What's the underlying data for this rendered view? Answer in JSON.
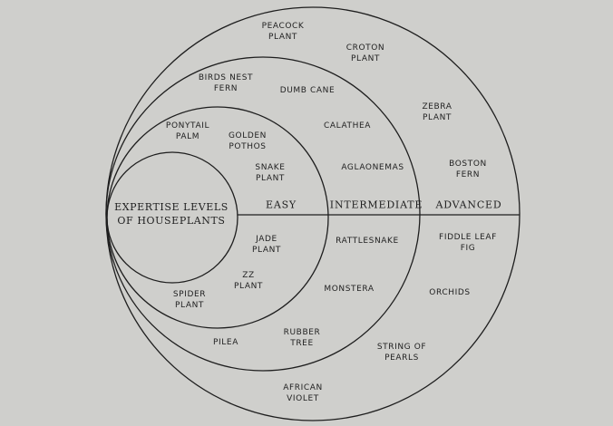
{
  "center_title": "EXPERTISE LEVELS\nOF HOUSEPLANTS",
  "tiers": {
    "easy": "EASY",
    "intermediate": "INTERMEDIATE",
    "advanced": "ADVANCED"
  },
  "plants": {
    "peacock_plant": "PEACOCK\nPLANT",
    "croton_plant": "CROTON\nPLANT",
    "birds_nest_fern": "BIRDS NEST\nFERN",
    "dumb_cane": "DUMB CANE",
    "zebra_plant": "ZEBRA\nPLANT",
    "calathea": "CALATHEA",
    "ponytail_palm": "PONYTAIL\nPALM",
    "golden_pothos": "GOLDEN\nPOTHOS",
    "snake_plant": "SNAKE\nPLANT",
    "aglaonemas": "AGLAONEMAS",
    "boston_fern": "BOSTON\nFERN",
    "jade_plant": "JADE\nPLANT",
    "rattlesnake": "RATTLESNAKE",
    "fiddle_leaf_fig": "FIDDLE LEAF\nFIG",
    "zz_plant": "ZZ\nPLANT",
    "monstera": "MONSTERA",
    "orchids": "ORCHIDS",
    "spider_plant": "SPIDER\nPLANT",
    "pilea": "PILEA",
    "rubber_tree": "RUBBER\nTREE",
    "string_of_pearls": "STRING OF\nPEARLS",
    "african_violet": "AFRICAN\nVIOLET"
  }
}
